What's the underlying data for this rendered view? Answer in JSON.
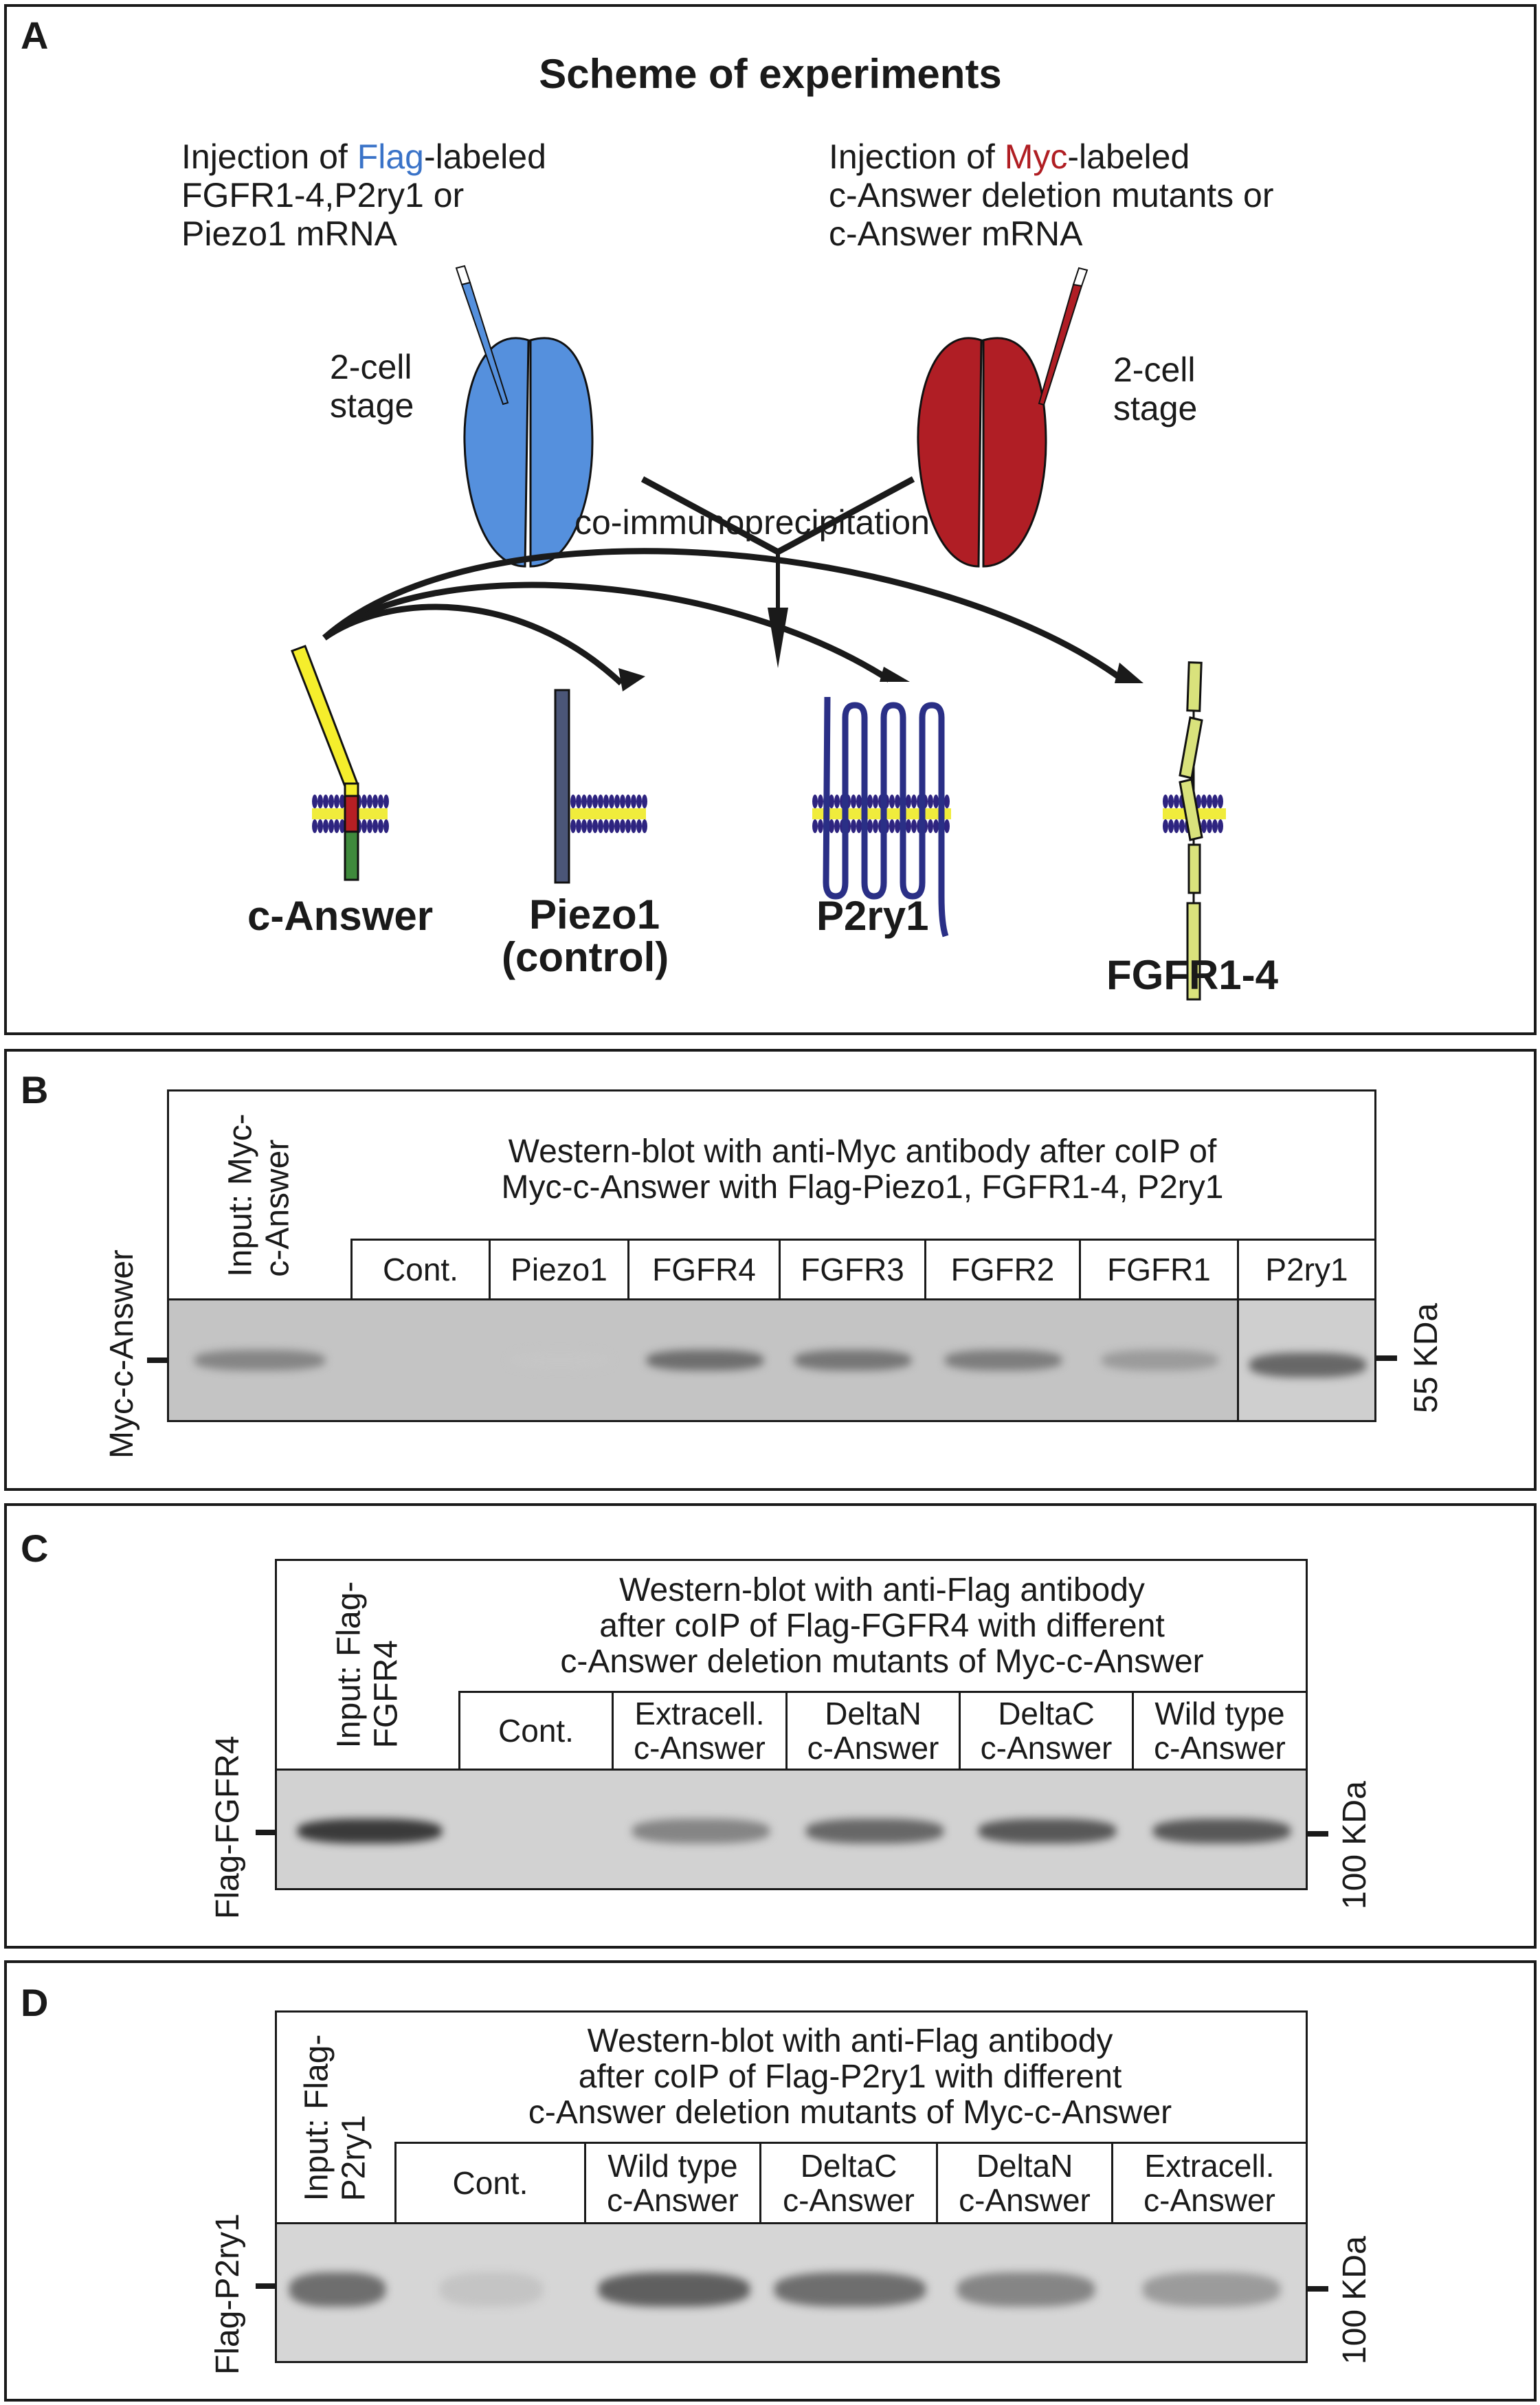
{
  "colors": {
    "flag": "#3a73c8",
    "myc": "#b01e23",
    "embryo_blue": "#5590dd",
    "embryo_red": "#b01e25",
    "c_answer_extracellular": "#f5ee2c",
    "c_answer_tm": "#b61f24",
    "c_answer_intracellular": "#3f8a3c",
    "piezo1": "#4b5678",
    "p2ry1": "#2a2f86",
    "fgfr": "#d9e27c",
    "membrane_head": "#2e2480",
    "membrane_tail": "#f0ec3c"
  },
  "panelA": {
    "label": "A",
    "title": "Scheme of experiments",
    "left_injection": {
      "prefix": "Injection of ",
      "tag": "Flag",
      "suffix": "-labeled",
      "line2": "FGFR1-4,P2ry1 or",
      "line3": "Piezo1 mRNA"
    },
    "right_injection": {
      "prefix": "Injection of ",
      "tag": "Myc",
      "suffix": "-labeled",
      "line2": "c-Answer deletion mutants or",
      "line3": "c-Answer mRNA"
    },
    "stage_left": [
      "2-cell",
      "stage"
    ],
    "stage_right": [
      "2-cell",
      "stage"
    ],
    "process_label": "co-immunoprecipitation",
    "molecules": [
      {
        "name": "c-Answer",
        "sub": ""
      },
      {
        "name": "Piezo1",
        "sub": "(control)"
      },
      {
        "name": "P2ry1",
        "sub": ""
      },
      {
        "name": "FGFR1-4",
        "sub": ""
      }
    ]
  },
  "panelB": {
    "label": "B",
    "input_label": [
      "Input: Myc-",
      "c-Answer"
    ],
    "header": [
      "Western-blot with anti-Myc antibody after coIP of",
      "Myc-c-Answer with Flag-Piezo1, FGFR1-4, P2ry1"
    ],
    "lanes": [
      "Cont.",
      "Piezo1",
      "FGFR4",
      "FGFR3",
      "FGFR2",
      "FGFR1",
      "P2ry1"
    ],
    "band_intensity": [
      0.45,
      0.0,
      0.02,
      0.6,
      0.55,
      0.5,
      0.3,
      0.65
    ],
    "side_label": "Myc-c-Answer",
    "marker": "55 KDa"
  },
  "panelC": {
    "label": "C",
    "input_label": [
      "Input: Flag-",
      "FGFR4"
    ],
    "header": [
      "Western-blot with anti-Flag antibody",
      "after coIP of Flag-FGFR4 with different",
      "c-Answer deletion mutants of Myc-c-Answer"
    ],
    "lanes": [
      {
        "l1": "Cont.",
        "l2": ""
      },
      {
        "l1": "Extracell.",
        "l2": "c-Answer"
      },
      {
        "l1": "DeltaN",
        "l2": "c-Answer"
      },
      {
        "l1": "DeltaC",
        "l2": "c-Answer"
      },
      {
        "l1": "Wild type",
        "l2": "c-Answer"
      }
    ],
    "band_intensity": [
      0.95,
      0.0,
      0.45,
      0.65,
      0.75,
      0.75
    ],
    "side_label": "Flag-FGFR4",
    "marker": "100 KDa"
  },
  "panelD": {
    "label": "D",
    "input_label": [
      "Input: Flag-",
      "P2ry1"
    ],
    "header": [
      "Western-blot with anti-Flag antibody",
      "after coIP of Flag-P2ry1 with different",
      "c-Answer deletion mutants of Myc-c-Answer"
    ],
    "lanes": [
      {
        "l1": "Cont.",
        "l2": ""
      },
      {
        "l1": "Wild type",
        "l2": "c-Answer"
      },
      {
        "l1": "DeltaC",
        "l2": "c-Answer"
      },
      {
        "l1": "DeltaN",
        "l2": "c-Answer"
      },
      {
        "l1": "Extracell.",
        "l2": "c-Answer"
      }
    ],
    "band_intensity": [
      0.6,
      0.03,
      0.7,
      0.6,
      0.45,
      0.3
    ],
    "side_label": "Flag-P2ry1",
    "marker": "100 KDa"
  }
}
